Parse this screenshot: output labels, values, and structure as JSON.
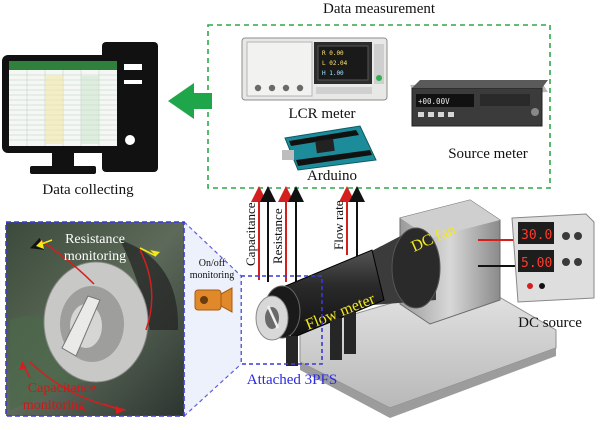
{
  "labels": {
    "data_measurement": "Data measurement",
    "data_collecting": "Data collecting",
    "lcr_meter": "LCR meter",
    "source_meter": "Source meter",
    "arduino": "Arduino",
    "capacitance": "Capacitance",
    "resistance": "Resistance",
    "flow_rate": "Flow rate",
    "dc_fan": "DC fan",
    "flow_meter": "Flow meter",
    "dc_source": "DC source",
    "attached_3pfs": "Attached 3PFS",
    "on_off_line1": "On/off",
    "on_off_line2": "monitoring",
    "resistance_monitoring_line1": "Resistance",
    "resistance_monitoring_line2": "monitoring",
    "capacitance_monitoring_line1": "Capacitance",
    "capacitance_monitoring_line2": "monitoring"
  },
  "instrument_readouts": {
    "lcr_screen": [
      "R 0.00",
      "L 02.04",
      "H 1.00"
    ],
    "source_meter_display": "+00.00V",
    "dc_source_top": "30.0",
    "dc_source_bottom": "5.00"
  },
  "colors": {
    "measurement_box": "#2ea84a",
    "arrow_green": "#1fa64a",
    "dashed_blue": "#3a3ad8",
    "attached_text": "#2a2ae0",
    "capacitance_text": "#d01818",
    "yellow_label": "#f4e81c",
    "wire_red": "#d41f1f",
    "wire_black": "#111111"
  }
}
